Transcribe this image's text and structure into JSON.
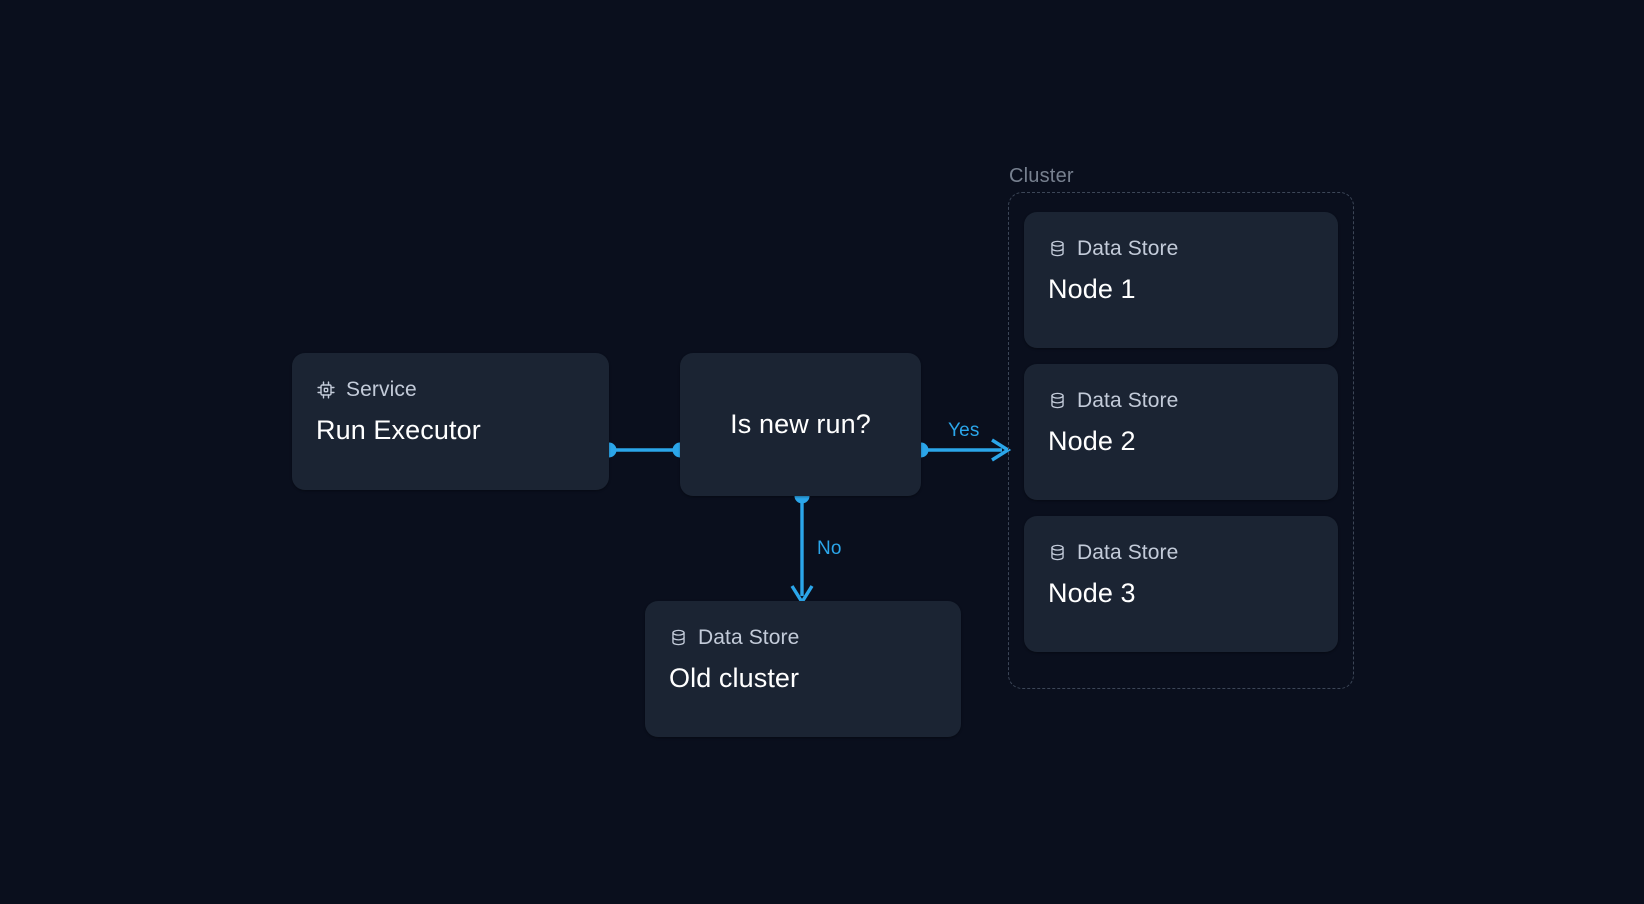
{
  "diagram": {
    "background_color": "#0a0f1d",
    "accent_color": "#2ba6ea",
    "card_color": "#1b2433",
    "group": {
      "caption": "Cluster",
      "border_style": "dashed",
      "border_color": "#3c4657"
    },
    "nodes": [
      {
        "id": "run-executor",
        "kind": "Service",
        "icon": "cpu-icon",
        "title": "Run Executor"
      },
      {
        "id": "is-new-run",
        "kind": "",
        "icon": "",
        "title": "Is new run?"
      },
      {
        "id": "old-cluster",
        "kind": "Data Store",
        "icon": "database-icon",
        "title": "Old cluster"
      },
      {
        "id": "node-1",
        "kind": "Data Store",
        "icon": "database-icon",
        "title": "Node 1"
      },
      {
        "id": "node-2",
        "kind": "Data Store",
        "icon": "database-icon",
        "title": "Node 2"
      },
      {
        "id": "node-3",
        "kind": "Data Store",
        "icon": "database-icon",
        "title": "Node 3"
      }
    ],
    "edges": [
      {
        "id": "executor-to-decision",
        "from": "run-executor",
        "to": "is-new-run",
        "label": ""
      },
      {
        "id": "decision-yes",
        "from": "is-new-run",
        "to": "cluster",
        "label": "Yes"
      },
      {
        "id": "decision-no",
        "from": "is-new-run",
        "to": "old-cluster",
        "label": "No"
      }
    ]
  }
}
